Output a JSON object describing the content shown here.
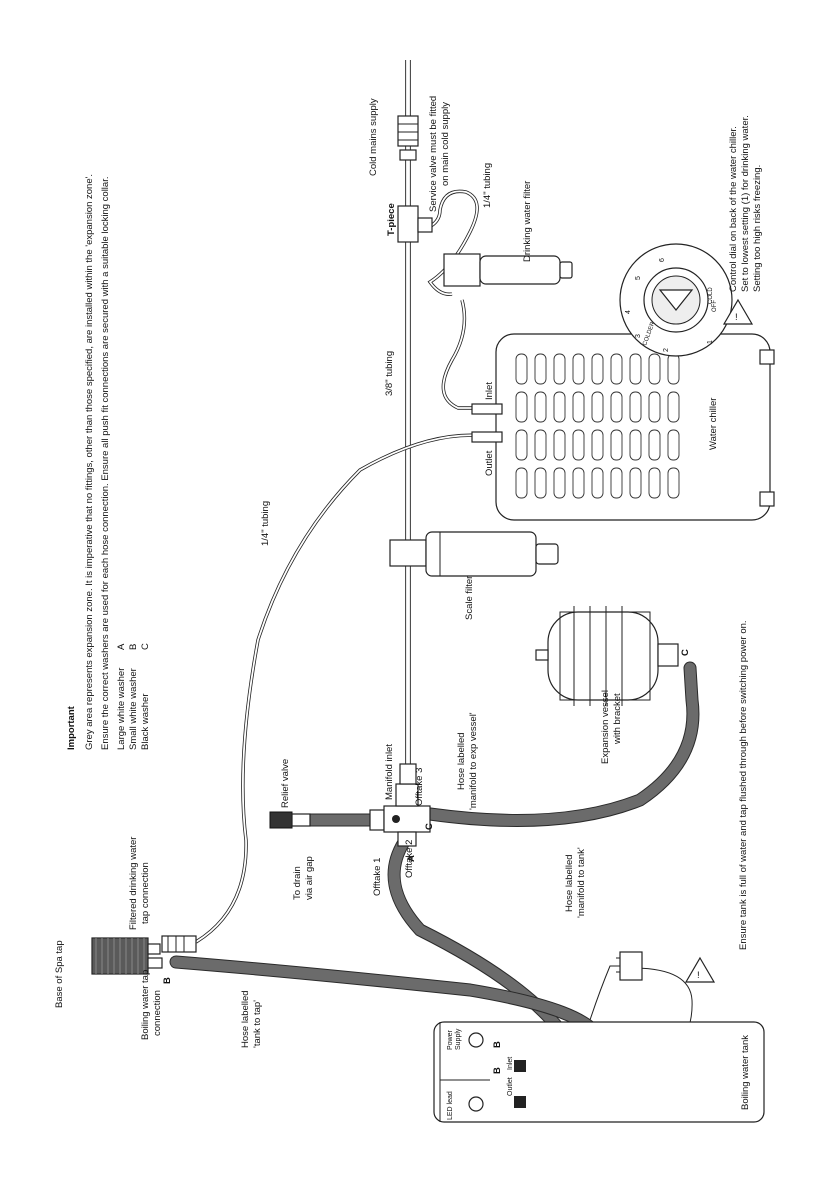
{
  "notes": {
    "heading": "Important",
    "line1": "Grey area represents expansion zone. It is imperative that no fittings, other than those specified, are installed within the 'expansion zone'.",
    "line2": "Ensure the correct washers are used for each hose connection.  Ensure all push fit connections are secured with a suitable locking collar.",
    "washers": [
      {
        "name": "Large white washer",
        "code": "A"
      },
      {
        "name": "Small white washer",
        "code": "B"
      },
      {
        "name": "Black washer",
        "code": "C"
      }
    ]
  },
  "labels": {
    "base_of_spa_tap": "Base of Spa tap",
    "filtered_tap_l1": "Filtered drinking water",
    "filtered_tap_l2": "tap connection",
    "boiling_tap_l1": "Boiling water tap",
    "boiling_tap_l2": "connection",
    "b_boiling": "B",
    "hose_tank_tap_l1": "Hose labelled",
    "hose_tank_tap_l2": "'tank to tap'",
    "to_drain_l1": "To drain",
    "to_drain_l2": "via air gap",
    "relief_valve": "Relief valve",
    "offtake1": "Offtake 1",
    "offtake2": "Offtake 2",
    "offtake3": "Offtake 3",
    "a_offtake": "A",
    "c_offtake": "C",
    "manifold_inlet": "Manifold inlet",
    "hose_manifold_tank_l1": "Hose labelled",
    "hose_manifold_tank_l2": "'manifold to tank'",
    "hose_manifold_exp_l1": "Hose labelled",
    "hose_manifold_exp_l2": "'manifold to exp vessel'",
    "expansion_vessel_l1": "Expansion vessel",
    "expansion_vessel_l2": "with bracket",
    "c_vessel": "C",
    "scale_filter": "Scale filter",
    "tubing_14_long": "1/4\" tubing",
    "tubing_38": "3/8\" tubing",
    "t_piece": "T-piece",
    "cold_mains": "Cold mains supply",
    "service_valve_l1": "Service valve must be fitted",
    "service_valve_l2": "on main cold supply",
    "tubing_14_short": "1/4\" tubing",
    "drinking_filter": "Drinking water filter",
    "outlet": "Outlet",
    "inlet": "Inlet",
    "water_chiller": "Water chiller",
    "dial_cold": "COLD",
    "dial_colder": "COLDER",
    "dial_off": "OFF",
    "dial_numbers": [
      "1",
      "2",
      "3",
      "4",
      "5",
      "6"
    ],
    "control_l1": "Control dial on back of the water chiller.",
    "control_l2": "Set to lowest setting (1) for drinking water.",
    "control_l3": "Setting too high risks freezing.",
    "led_lead": "LED lead",
    "power_supply_l1": "Power",
    "power_supply_l2": "Supply",
    "tank_outlet": "Outlet",
    "tank_inlet": "Inlet",
    "b_tank1": "B",
    "b_tank2": "B",
    "boiling_tank": "Boiling water tank",
    "bottom_warning": "Ensure tank is full of water and tap flushed through before switching power on."
  }
}
